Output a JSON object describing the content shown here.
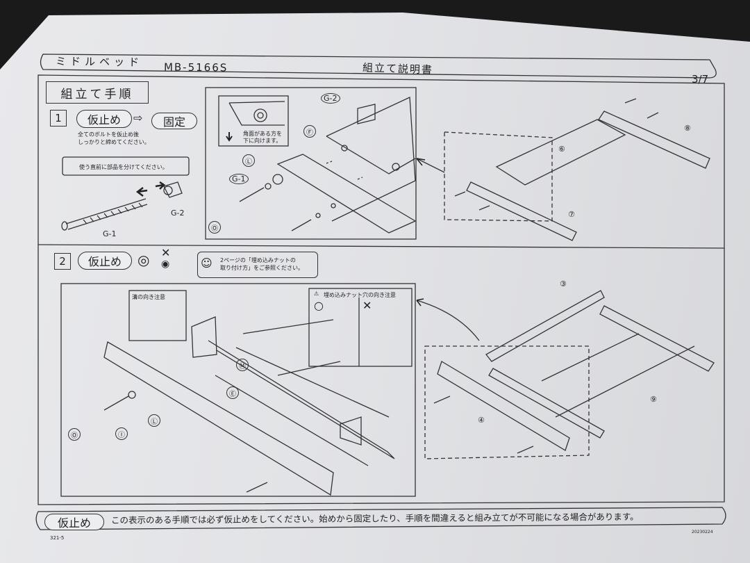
{
  "header": {
    "product": "ミドルベッド",
    "model": "MB-5166S",
    "doc_title": "組立て説明書",
    "page": "3/7"
  },
  "section_title": "組立て手順",
  "step1": {
    "number": "1",
    "label_temp": "仮止め",
    "label_fix": "固定",
    "instruction": "全てのボルトを仮止め後\nしっかりと締めてください。",
    "note": "使う直前に部品を分けてください。",
    "corner_note": "角面がある方を\n下に向けます。",
    "parts": [
      "G-1",
      "G-2",
      "G-1",
      "G-2"
    ]
  },
  "step2": {
    "number": "2",
    "label_temp": "仮止め",
    "note": "2ページの「埋め込みナットの\n取り付け方」をご参照ください。",
    "groove_note": "溝の向き注意",
    "nut_note": "埋め込みナット穴の向き注意"
  },
  "footer": {
    "label": "仮止め",
    "text": "この表示のある手順では必ず仮止めをしてください。始めから固定したり、手順を間違えると組み立てが不可能になる場合があります。",
    "code_left": "321-5",
    "code_right": "20230224"
  },
  "markers": [
    "Ⓕ",
    "Ⓛ",
    "Ⓞ",
    "⑥",
    "⑦",
    "⑧",
    "③",
    "Ⓜ",
    "Ⓔ",
    "Ⓘ",
    "Ⓛ",
    "Ⓞ",
    "④",
    "⑨"
  ]
}
